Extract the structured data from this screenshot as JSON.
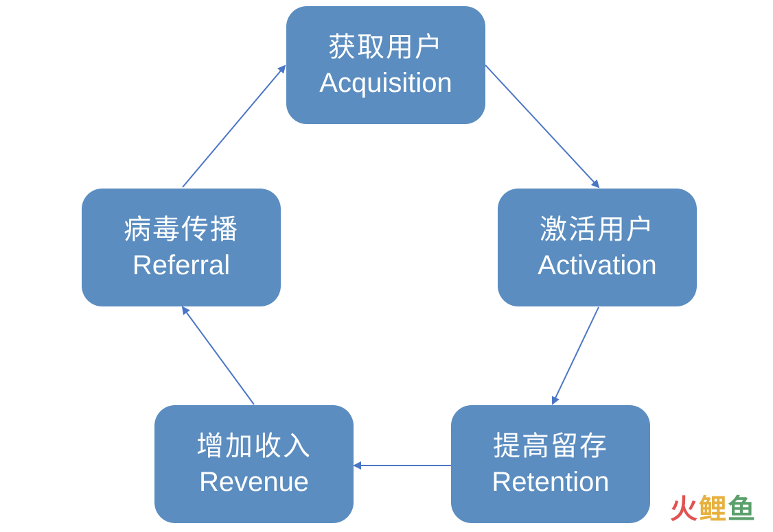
{
  "nodes": {
    "acquisition": {
      "zh": "获取用户",
      "en": "Acquisition"
    },
    "activation": {
      "zh": "激活用户",
      "en": "Activation"
    },
    "retention": {
      "zh": "提高留存",
      "en": "Retention"
    },
    "revenue": {
      "zh": "增加收入",
      "en": "Revenue"
    },
    "referral": {
      "zh": "病毒传播",
      "en": "Referral"
    }
  },
  "edges": [
    {
      "from": "acquisition",
      "to": "activation"
    },
    {
      "from": "activation",
      "to": "retention"
    },
    {
      "from": "retention",
      "to": "revenue"
    },
    {
      "from": "revenue",
      "to": "referral"
    },
    {
      "from": "referral",
      "to": "acquisition"
    }
  ],
  "watermark": {
    "char1": "火",
    "char2": "鲤",
    "char3": "鱼"
  },
  "colors": {
    "node_fill": "#5b8dc0",
    "node_text": "#ffffff",
    "arrow": "#4a76c6"
  }
}
